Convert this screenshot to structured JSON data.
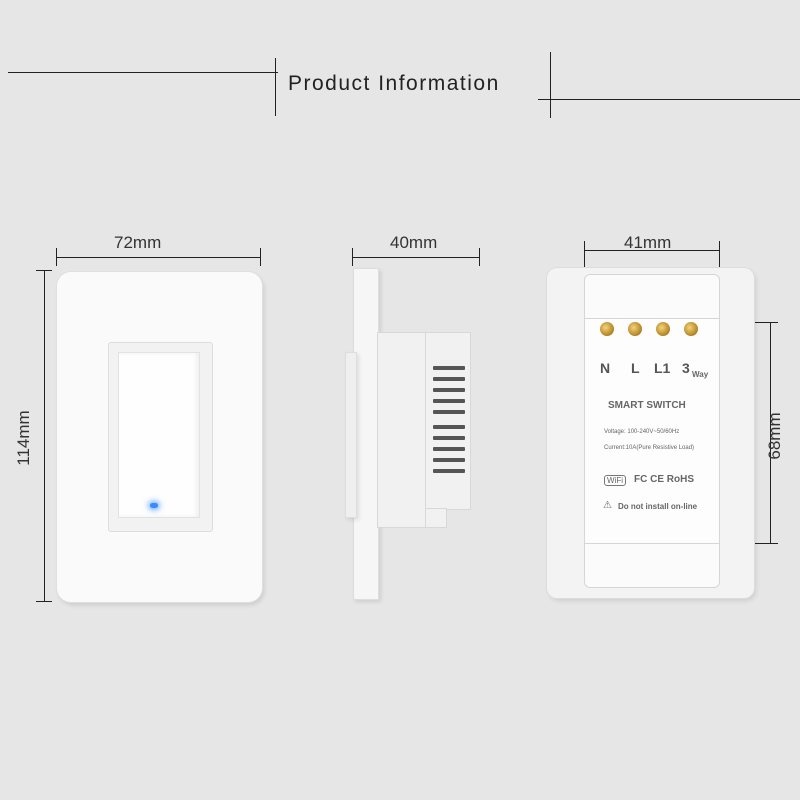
{
  "header": {
    "title": "Product Information"
  },
  "dimensions": {
    "front_width": "72mm",
    "front_height": "114mm",
    "side_depth": "40mm",
    "back_width": "41mm",
    "back_height": "68mm"
  },
  "back_label": {
    "terminals": [
      "N",
      "L",
      "L1",
      "3"
    ],
    "terminal_suffix": "Way",
    "heading": "SMART SWITCH",
    "voltage": "Voltage:  100-240V~50/60Hz",
    "current": "Current:10A(Pure Resistive Load)",
    "wifi": "WiFi",
    "certs": "FC CE RoHS",
    "warning": "Do not install on-line"
  },
  "colors": {
    "background": "#e6e6e6",
    "led": "#3a8bff",
    "screw": "#c9a03a"
  }
}
